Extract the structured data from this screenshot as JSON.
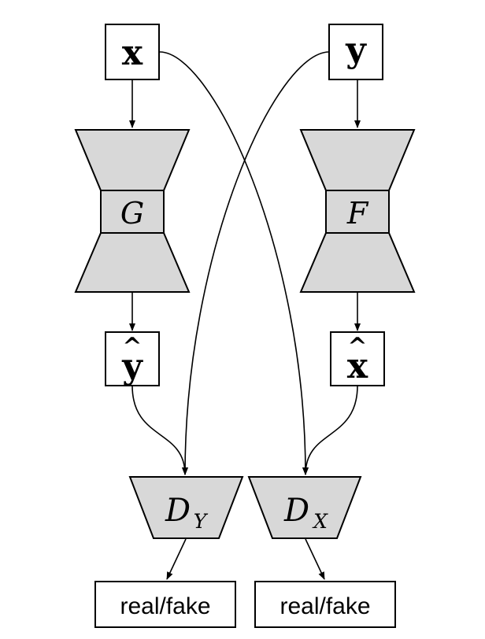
{
  "nodes": {
    "x": "x",
    "y": "y",
    "y_hat": "y",
    "x_hat": "x",
    "hat_symbol": "^",
    "G": "G",
    "F": "F",
    "DY_base": "D",
    "DY_sub": "Y",
    "DX_base": "D",
    "DX_sub": "X",
    "out_left": "real/fake",
    "out_right": "real/fake"
  },
  "colors": {
    "fill_gray": "#d8d8d8",
    "stroke": "#000000"
  }
}
